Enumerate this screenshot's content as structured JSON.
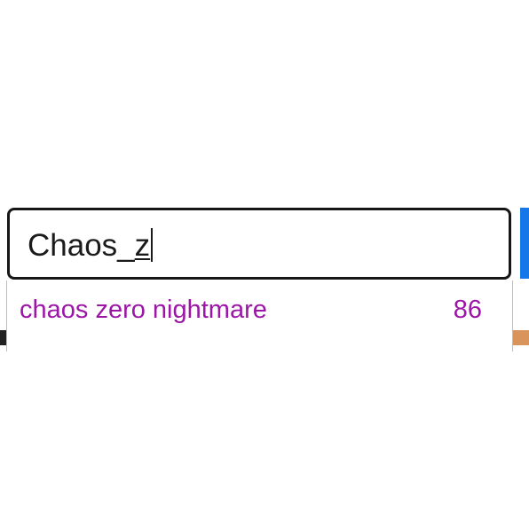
{
  "search": {
    "value_prefix": "Chaos_",
    "value_last_char": "z"
  },
  "suggestions": [
    {
      "label": "chaos zero nightmare",
      "count": "86"
    }
  ],
  "colors": {
    "suggestion_text": "#9b16a7",
    "input_border": "#161616",
    "side_button": "#1677e8",
    "side_strip": "#d8945a"
  }
}
